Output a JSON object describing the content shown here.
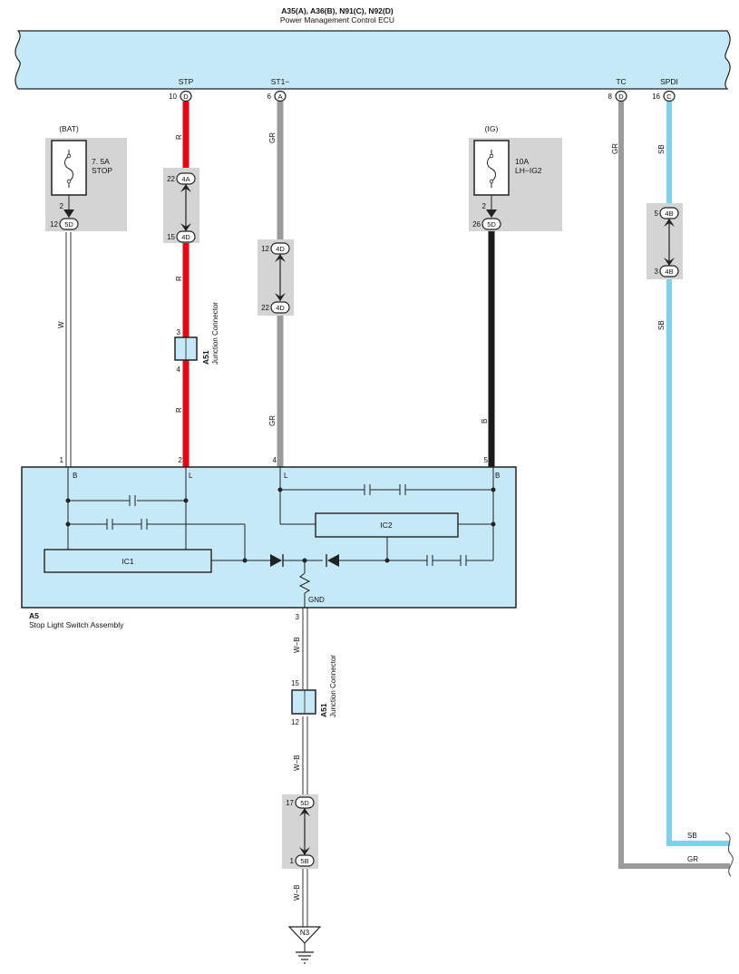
{
  "ecu": {
    "title": "A35(A), A36(B), N91(C), N92(D)",
    "subtitle": "Power Management Control ECU",
    "pins": [
      {
        "name": "STP",
        "num": "10",
        "conn": "D"
      },
      {
        "name": "ST1−",
        "num": "6",
        "conn": "A"
      },
      {
        "name": "TC",
        "num": "8",
        "conn": "D"
      },
      {
        "name": "SPDI",
        "num": "16",
        "conn": "C"
      }
    ]
  },
  "fuses": [
    {
      "supply": "(BAT)",
      "rating": "7. 5A",
      "name": "STOP",
      "out_pin": "2",
      "jb_pin": "12",
      "jb_conn": "5D"
    },
    {
      "supply": "(IG)",
      "rating": "10A",
      "name": "LH−IG2",
      "out_pin": "2",
      "jb_pin": "26",
      "jb_conn": "5D"
    }
  ],
  "connectors": {
    "stp_upper": {
      "pin": "22",
      "conn": "4A"
    },
    "stp_lower": {
      "pin": "15",
      "conn": "4D"
    },
    "st1_upper": {
      "pin": "12",
      "conn": "4D"
    },
    "st1_lower": {
      "pin": "22",
      "conn": "4D"
    },
    "spdi_upper": {
      "pin": "5",
      "conn": "4B"
    },
    "spdi_lower": {
      "pin": "3",
      "conn": "4B"
    },
    "gnd_upper": {
      "pin": "17",
      "conn": "5D"
    },
    "gnd_lower": {
      "pin": "1",
      "conn": "5B"
    }
  },
  "junctions": [
    {
      "id": "A51",
      "label": "Junction Connector",
      "pin_top": "3",
      "pin_bottom": "4"
    },
    {
      "id": "A51",
      "label": "Junction Connector",
      "pin_top": "15",
      "pin_bottom": "12"
    }
  ],
  "wires": {
    "w": "W",
    "r": "R",
    "gr": "GR",
    "b": "B",
    "sb": "SB",
    "wb": "W−B"
  },
  "colors": {
    "ecu_fill": "#c6e9f8",
    "red": "#e30613",
    "gray": "#9b9b9b",
    "black": "#1a1a1a",
    "sky": "#7fd0f0",
    "shade": "#d4d4d4"
  },
  "switch": {
    "id": "A5",
    "name": "Stop Light Switch Assembly",
    "pins": [
      {
        "num": "1",
        "label": "B"
      },
      {
        "num": "2",
        "label": "L"
      },
      {
        "num": "4",
        "label": "L"
      },
      {
        "num": "5",
        "label": "B"
      }
    ],
    "ic1": "IC1",
    "ic2": "IC2",
    "gnd": "GND",
    "gnd_pin": "3"
  },
  "ground": "N3"
}
